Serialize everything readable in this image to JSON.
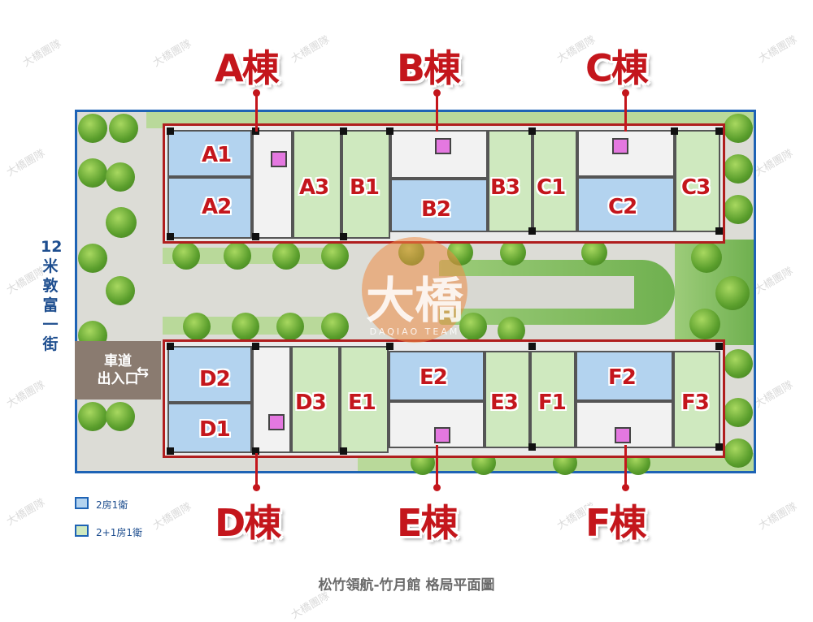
{
  "buildings": {
    "A": "A棟",
    "B": "B棟",
    "C": "C棟",
    "D": "D棟",
    "E": "E棟",
    "F": "F棟"
  },
  "units": {
    "a1": "A1",
    "a2": "A2",
    "a3": "A3",
    "b1": "B1",
    "b2": "B2",
    "b3": "B3",
    "c1": "C1",
    "c2": "C2",
    "c3": "C3",
    "d1": "D1",
    "d2": "D2",
    "d3": "D3",
    "e1": "E1",
    "e2": "E2",
    "e3": "E3",
    "f1": "F1",
    "f2": "F2",
    "f3": "F3"
  },
  "street": "12米敦富一街",
  "ramp": {
    "line1": "車道",
    "line2": "出入口",
    "arrow": "⇆"
  },
  "legend": [
    {
      "label": "2房1衛",
      "color": "#b3d3ef"
    },
    {
      "label": "2+1房1衛",
      "color": "#cfe9bf"
    }
  ],
  "logo": {
    "main": "大橋",
    "sub": "DAQIAO TEAM"
  },
  "watermark": "大橋團隊",
  "caption": "松竹領航-竹月館 格局平面圖"
}
